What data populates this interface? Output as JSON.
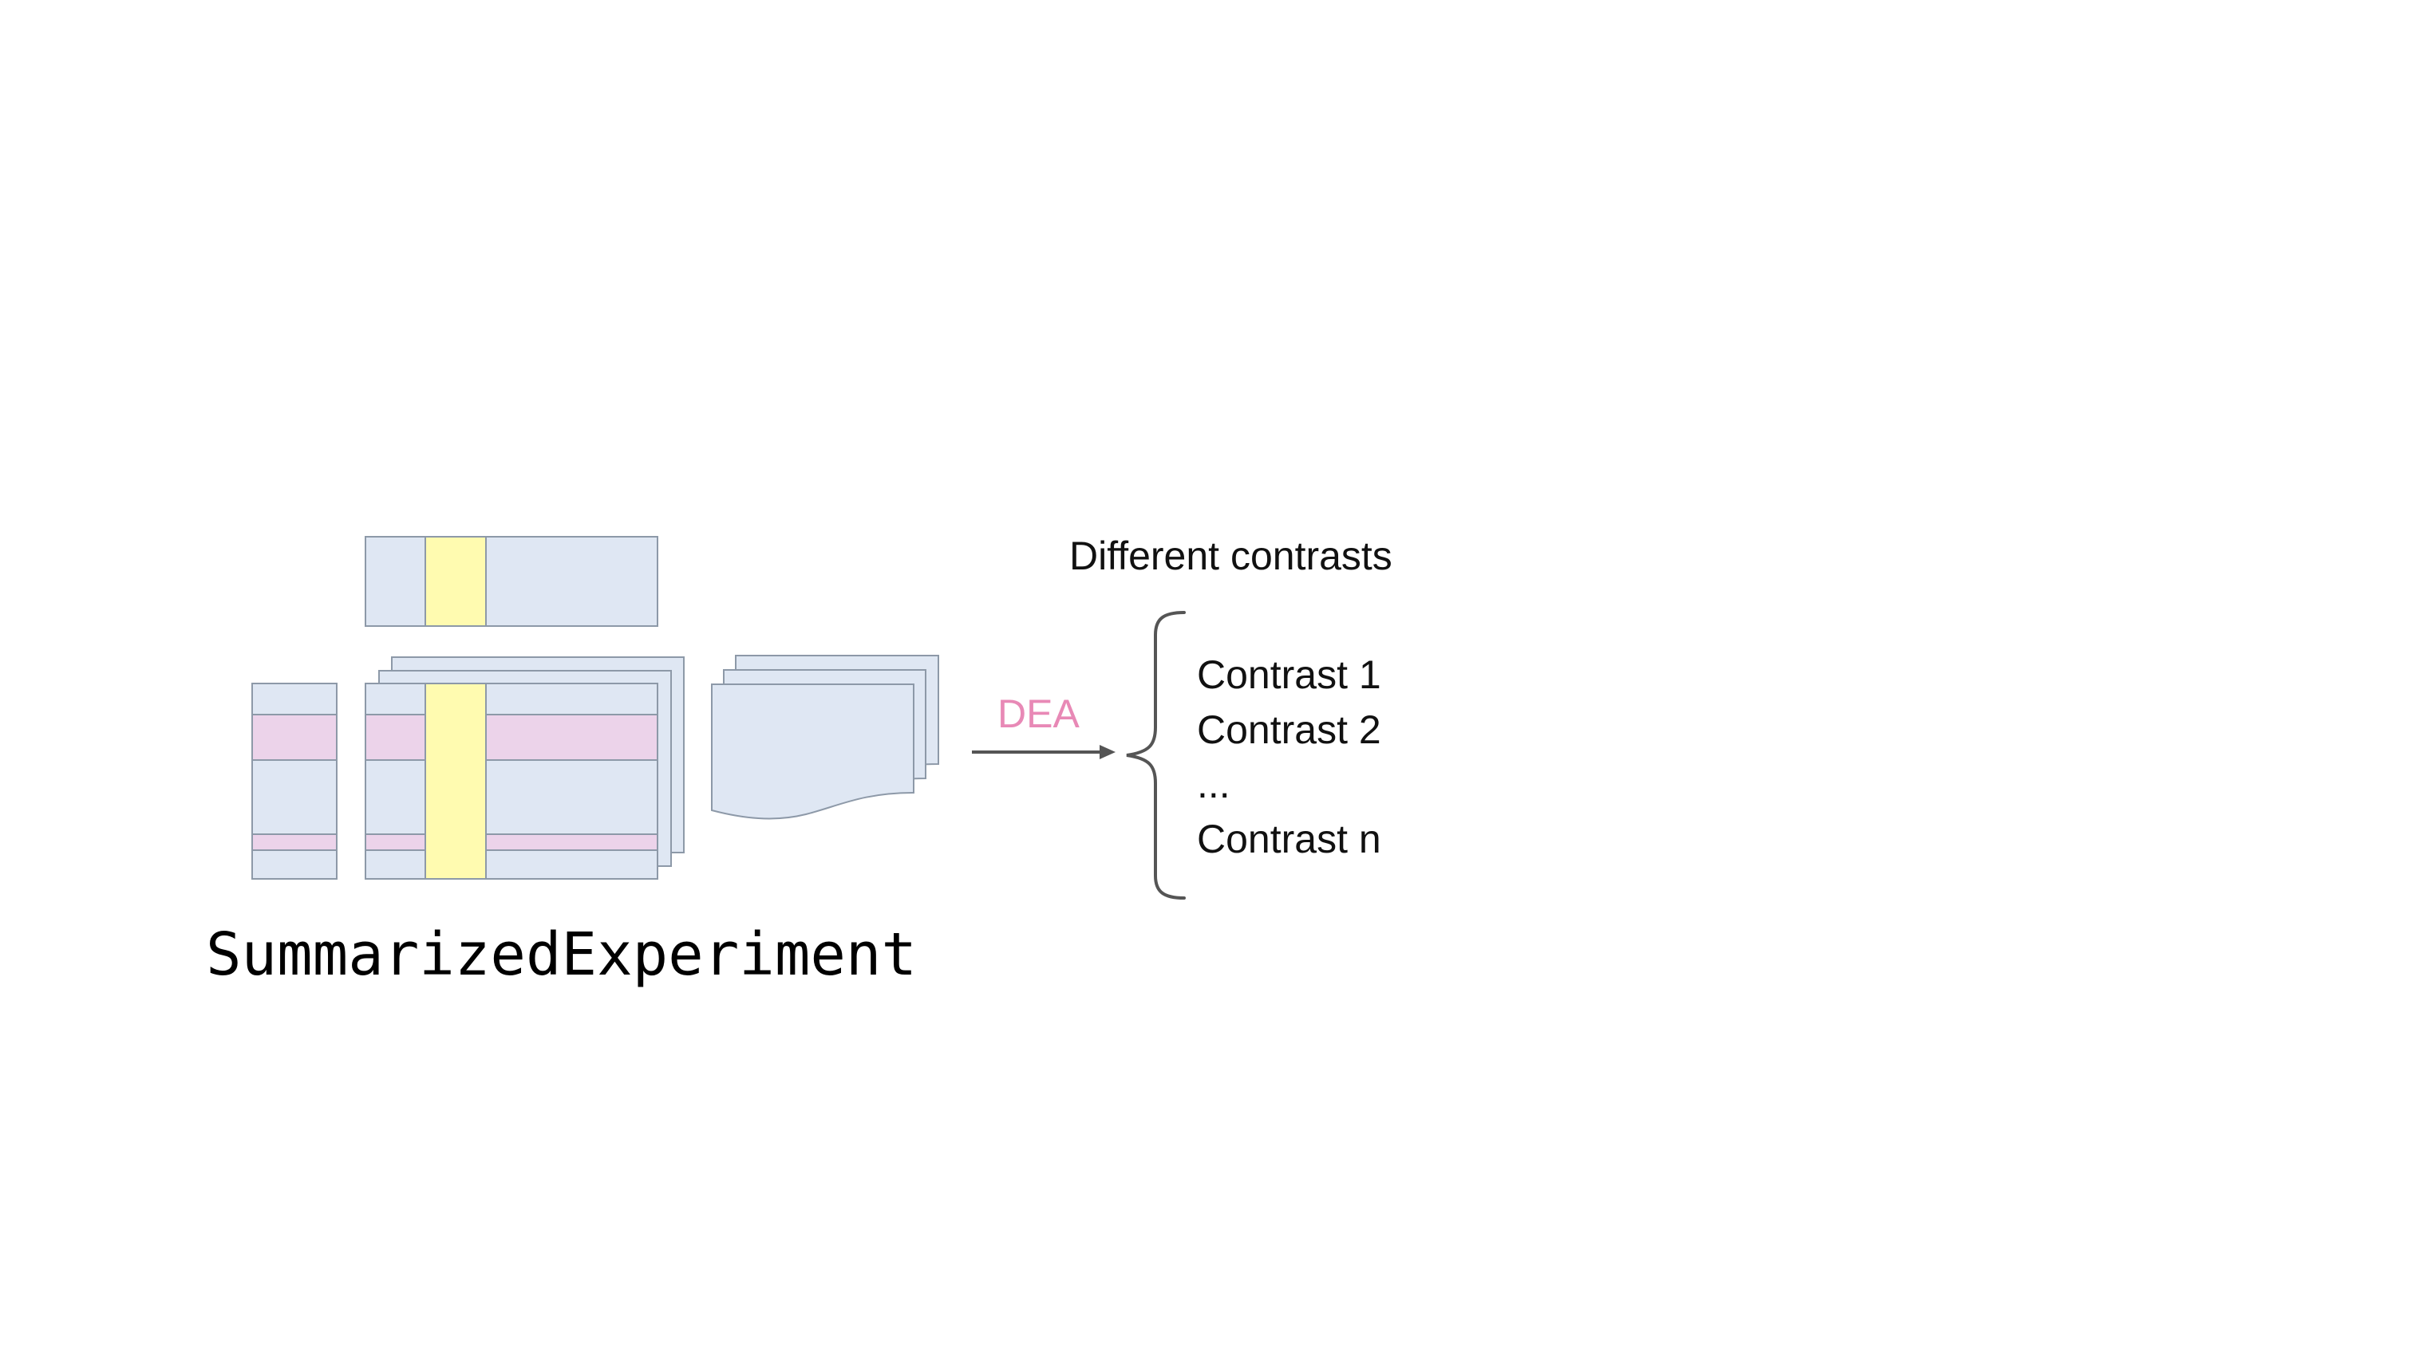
{
  "diagram": {
    "object_name": "SummarizedExperiment",
    "arrow_label": "DEA",
    "contrasts_heading": "Different contrasts",
    "contrasts": [
      "Contrast 1",
      "Contrast 2",
      "...",
      "Contrast n"
    ],
    "colors": {
      "panel_fill": "#dfe7f3",
      "panel_stroke": "#8d99a8",
      "column_highlight": "#fffbb0",
      "row_highlight": "#ecd3ea",
      "arrow_label": "#e889b6",
      "arrow": "#555555",
      "brace": "#555555"
    }
  }
}
